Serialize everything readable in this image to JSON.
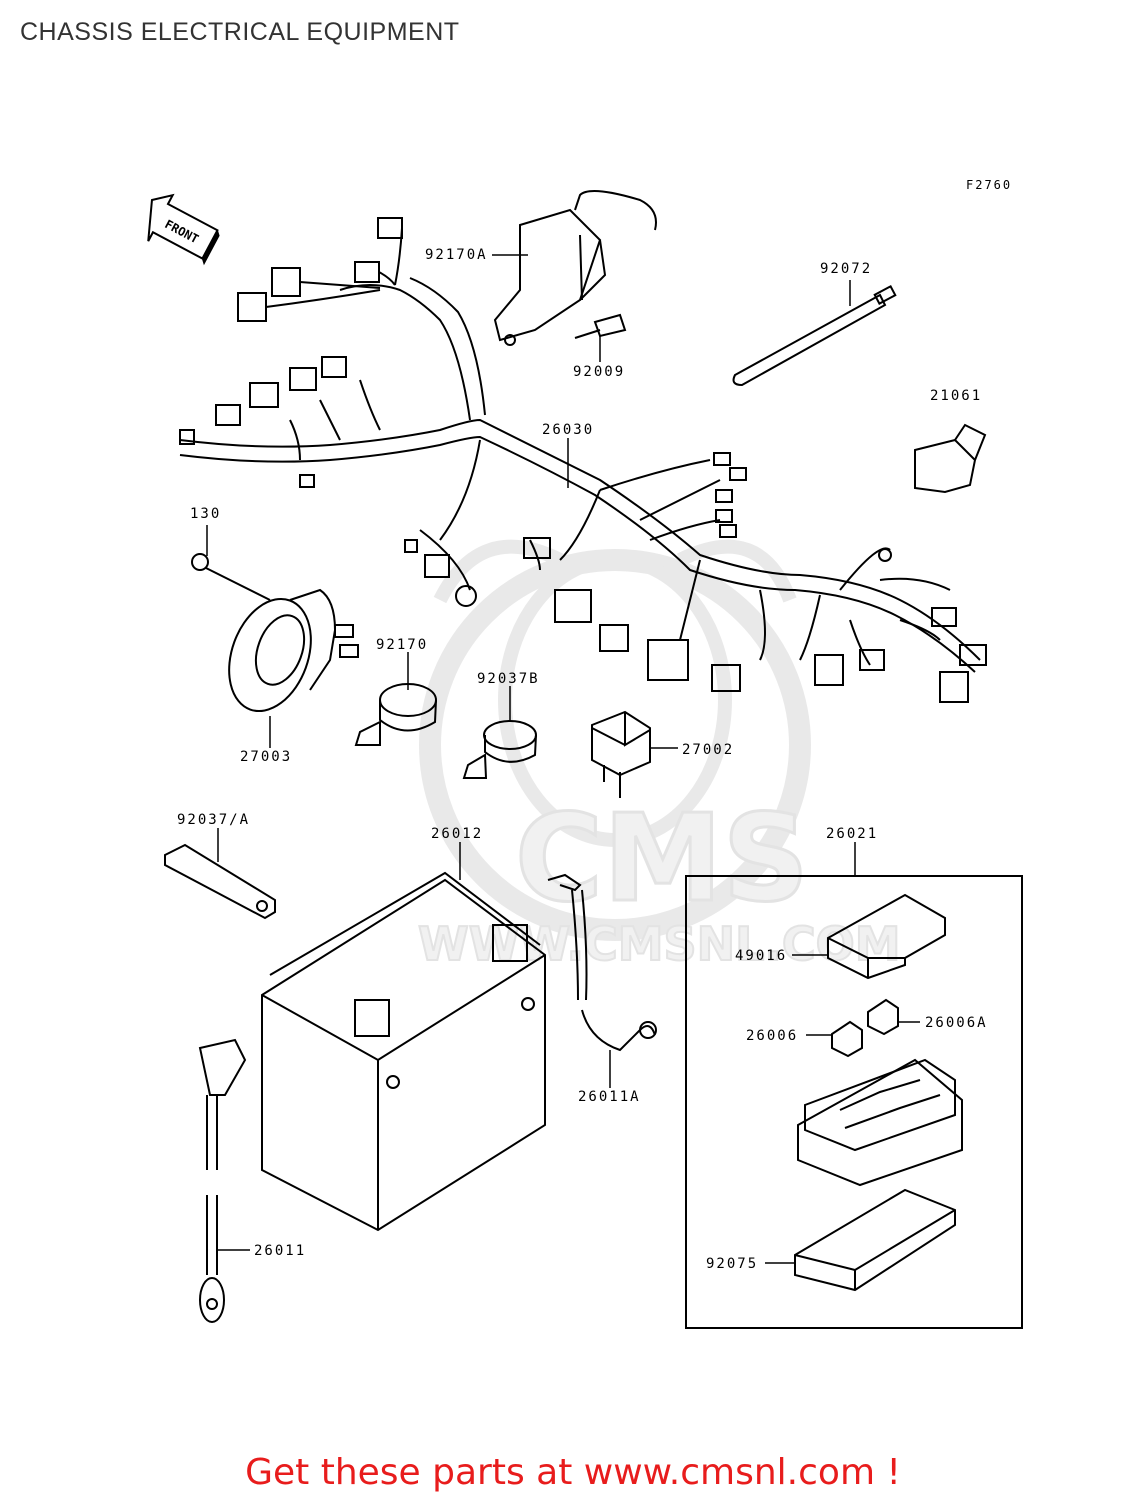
{
  "page": {
    "title": "CHASSIS ELECTRICAL EQUIPMENT",
    "figure_code": "F2760"
  },
  "orientation": {
    "label": "FRONT"
  },
  "watermark": {
    "brand": "CMS",
    "site": "WWW.CMSNL.COM"
  },
  "parts": [
    {
      "id": "p92170A",
      "label": "92170A"
    },
    {
      "id": "p92072",
      "label": "92072"
    },
    {
      "id": "p92009",
      "label": "92009"
    },
    {
      "id": "p21061",
      "label": "21061"
    },
    {
      "id": "p26030",
      "label": "26030"
    },
    {
      "id": "p130",
      "label": "130"
    },
    {
      "id": "p92170",
      "label": "92170"
    },
    {
      "id": "p92037B",
      "label": "92037B"
    },
    {
      "id": "p27003",
      "label": "27003"
    },
    {
      "id": "p27002",
      "label": "27002"
    },
    {
      "id": "p92037A",
      "label": "92037/A"
    },
    {
      "id": "p26012",
      "label": "26012"
    },
    {
      "id": "p26021",
      "label": "26021"
    },
    {
      "id": "p49016",
      "label": "49016"
    },
    {
      "id": "p26006",
      "label": "26006"
    },
    {
      "id": "p26006A",
      "label": "26006A"
    },
    {
      "id": "p26011A",
      "label": "26011A"
    },
    {
      "id": "p26011",
      "label": "26011"
    },
    {
      "id": "p92075",
      "label": "92075"
    }
  ],
  "footer": {
    "text": "Get these parts at www.cmsnl.com !"
  },
  "colors": {
    "footer": "#e81c1c",
    "title": "#333333",
    "watermark": "#e9e9e9"
  }
}
